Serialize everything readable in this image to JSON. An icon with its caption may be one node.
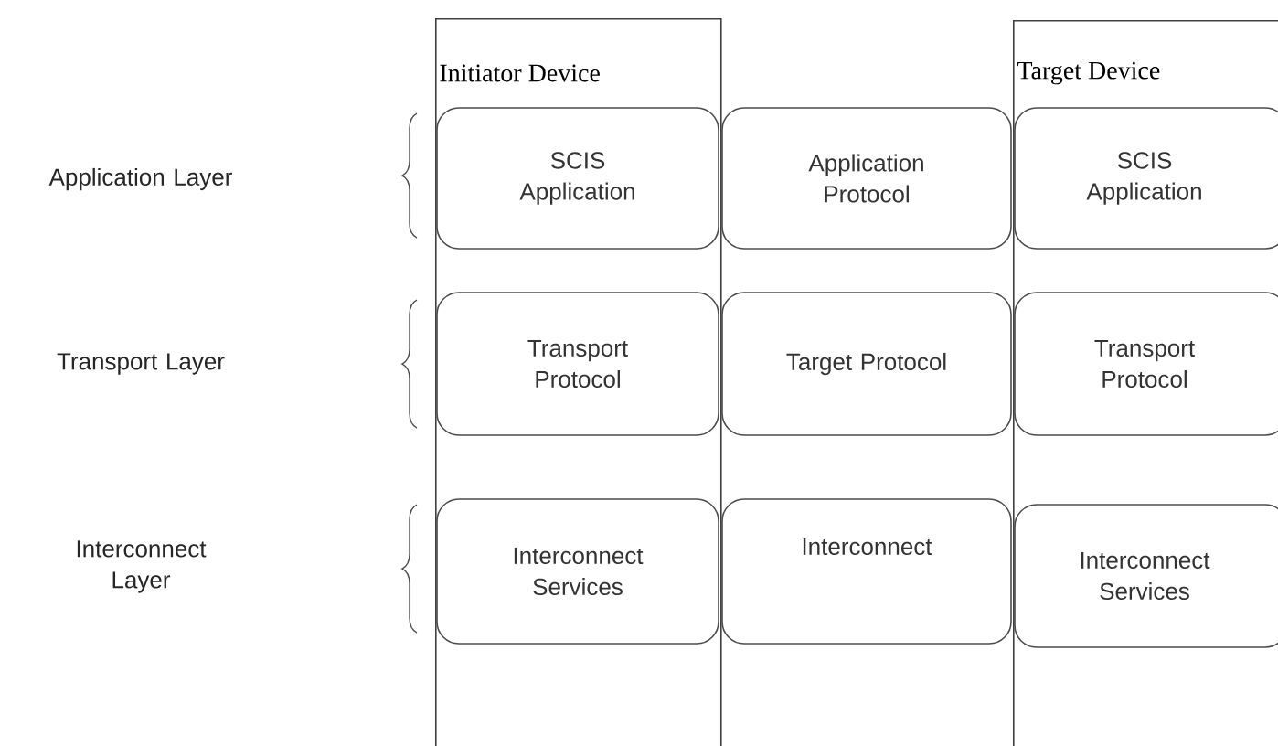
{
  "diagram": {
    "nodes": [
      {
        "text": [
          "Initiator Device"
        ]
      },
      {
        "text": [
          "SCIS Application"
        ],
        "in": 0
      },
      {
        "text": [
          "Transport Protocol"
        ],
        "in": 0
      },
      {
        "text": [
          "Interconnect Services"
        ],
        "in": 0
      },
      {
        "text": [
          "Application Protocol"
        ]
      },
      {
        "text": [
          "Target Protocol"
        ]
      },
      {
        "text": [
          "Interconnect"
        ]
      },
      {
        "text": [
          "Target Device"
        ]
      },
      {
        "text": [
          "SCIS Application"
        ],
        "in": 7
      },
      {
        "text": [
          "Transport Protocol"
        ],
        "in": 7
      },
      {
        "text": [
          "Interconnect Services"
        ],
        "in": 7
      }
    ],
    "edges": [],
    "labels": [
      "Application Layer",
      "Transport Layer",
      "Interconnect Layer"
    ]
  }
}
